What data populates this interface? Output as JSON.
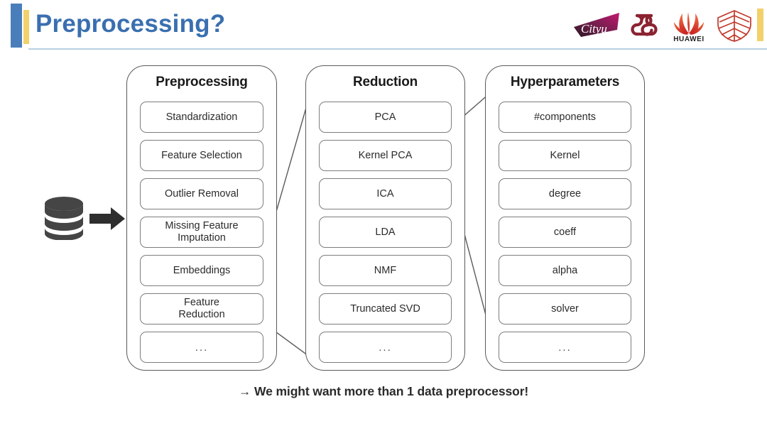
{
  "header": {
    "title": "Preprocessing?",
    "accent_blue": "#4a7ebb",
    "accent_yellow": "#f2d16b",
    "title_color": "#3a6fb0",
    "rule_color": "#b9cfe0",
    "logos": [
      {
        "name": "cityu-logo",
        "label": "CityU",
        "color": "#9e1f63"
      },
      {
        "name": "knot-logo",
        "label": "",
        "color": "#8c2331"
      },
      {
        "name": "huawei-logo",
        "label": "HUAWEI",
        "color": "#e8412c"
      },
      {
        "name": "shield-logo",
        "label": "",
        "color": "#c1392b"
      }
    ]
  },
  "diagram": {
    "source_icon": "database-icon",
    "flow_arrow": "right-arrow-icon",
    "columns": [
      {
        "title": "Preprocessing",
        "items": [
          "Standardization",
          "Feature Selection",
          "Outlier Removal",
          "Missing Feature\nImputation",
          "Embeddings",
          "Feature\nReduction",
          "..."
        ]
      },
      {
        "title": "Reduction",
        "items": [
          "PCA",
          "Kernel PCA",
          "ICA",
          "LDA",
          "NMF",
          "Truncated SVD",
          "..."
        ]
      },
      {
        "title": "Hyperparameters",
        "items": [
          "#components",
          "Kernel",
          "degree",
          "coeff",
          "alpha",
          "solver",
          "..."
        ]
      }
    ],
    "caption": "→ We might want more than 1 data preprocessor!"
  }
}
